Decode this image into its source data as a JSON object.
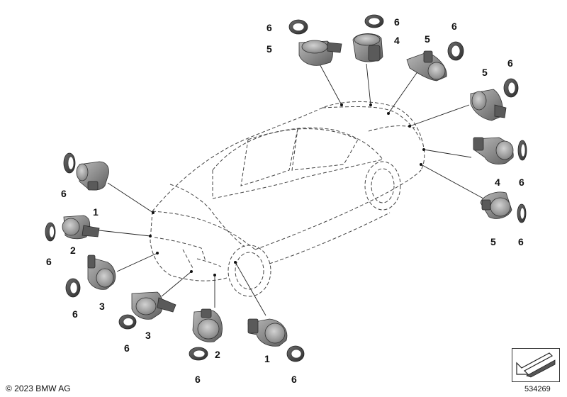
{
  "footer": {
    "copyright": "© 2023 BMW AG",
    "doc_number": "534269"
  },
  "callouts": {
    "front_left_1": "1",
    "front_left_2": "2",
    "front_left_3": "3",
    "front_3b": "3",
    "front_2b": "2",
    "front_1b": "1",
    "ring_fl_1": "6",
    "ring_fl_2": "6",
    "ring_fl_3": "6",
    "ring_f_3b": "6",
    "ring_f_2b": "6",
    "ring_f_1b": "6",
    "top_5": "5",
    "top_6": "6",
    "top_6b": "6",
    "top_4": "4",
    "top_5b": "5",
    "top_6c": "6",
    "rear_5": "5",
    "rear_6": "6",
    "rear_4": "4",
    "rear_6b": "6",
    "rear_5b": "5",
    "rear_6c": "6"
  },
  "colors": {
    "part_grey": "#8a8a8a",
    "outline": "#333333",
    "background": "#ffffff"
  },
  "icons": {
    "navigation": "arrow-navigation-icon"
  }
}
